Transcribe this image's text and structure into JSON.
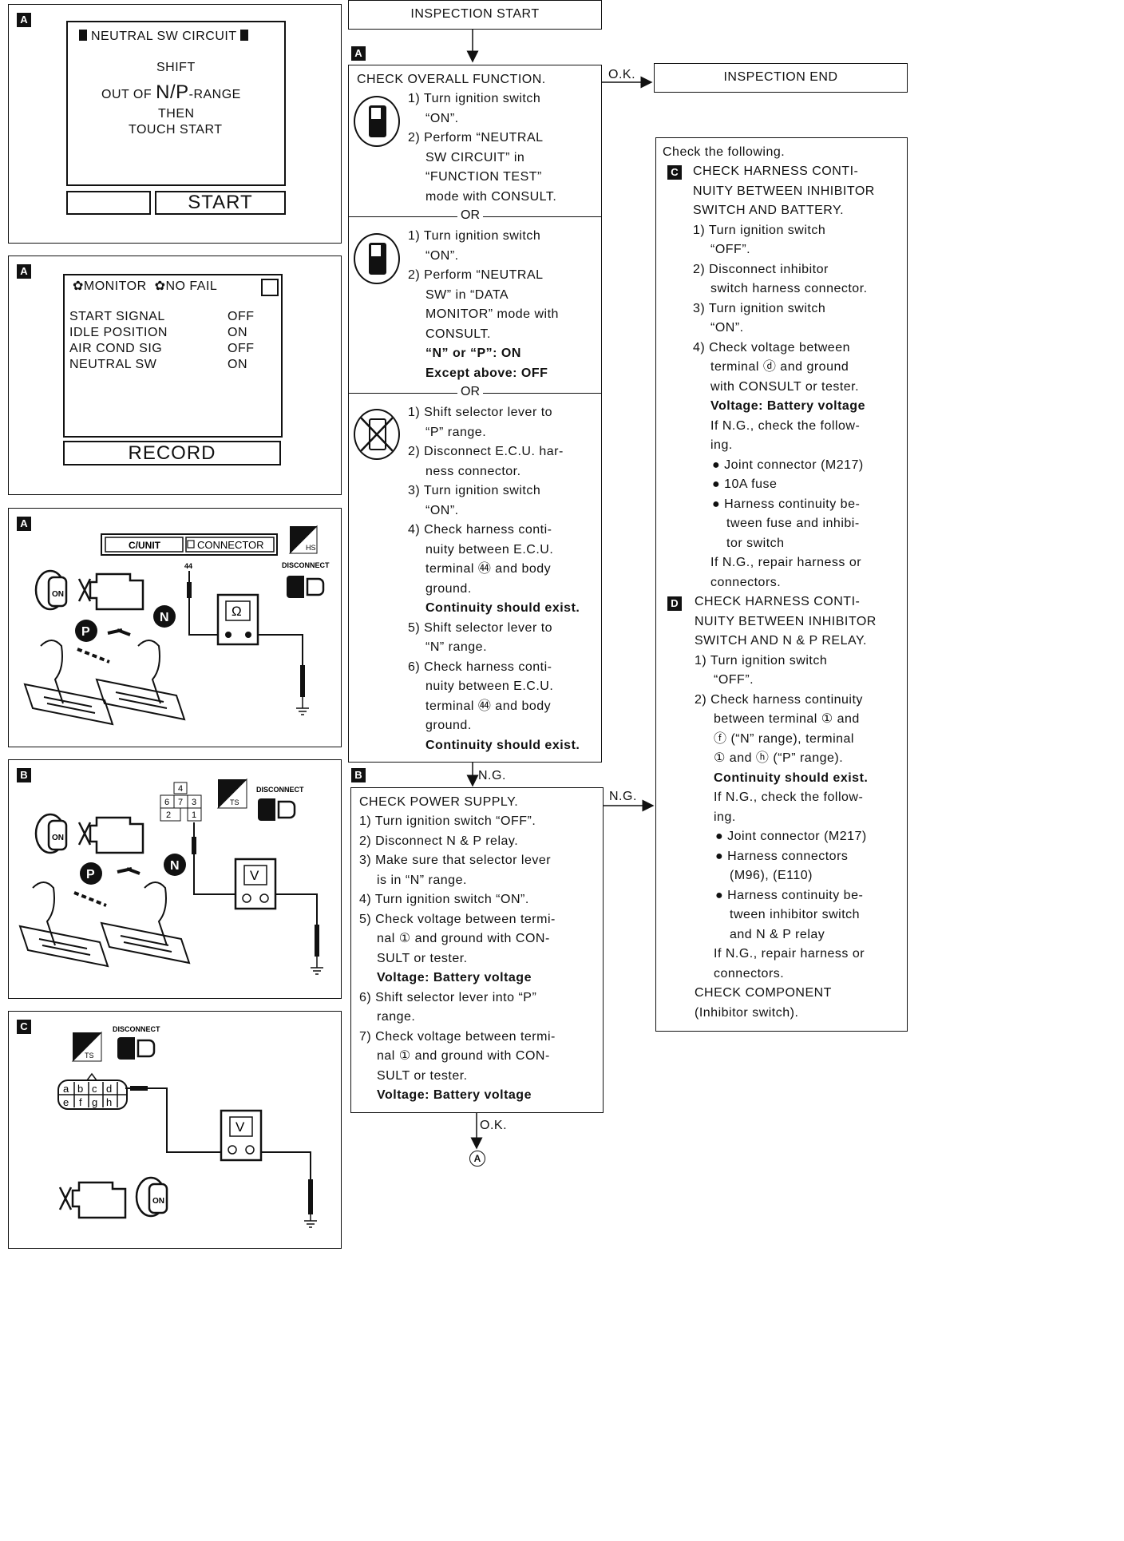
{
  "tag_a": "A",
  "tag_b": "B",
  "tag_c": "C",
  "tag_d": "D",
  "panel1": {
    "title": "NEUTRAL SW CIRCUIT",
    "line1": "SHIFT",
    "line2_pre": "OUT OF",
    "line2_big": "N/P",
    "line2_post": "-RANGE",
    "line3": "THEN",
    "line4": "TOUCH START",
    "button": "START"
  },
  "panel2": {
    "header1": "✿MONITOR",
    "header2": "✿NO FAIL",
    "rows": [
      {
        "label": "START SIGNAL",
        "value": "OFF"
      },
      {
        "label": "IDLE POSITION",
        "value": "ON"
      },
      {
        "label": "AIR COND SIG",
        "value": "OFF"
      },
      {
        "label": "NEUTRAL SW",
        "value": "ON"
      }
    ],
    "button": "RECORD"
  },
  "panel3": {
    "cunit": "C/UNIT",
    "connector": "CONNECTOR",
    "hs": "HS",
    "disconnect": "DISCONNECT",
    "pin": "44",
    "ohm": "Ω",
    "p": "P",
    "n": "N",
    "on": "ON"
  },
  "panel4": {
    "pins": [
      "4",
      "6",
      "7",
      "3",
      "2",
      "1"
    ],
    "ts": "TS",
    "disconnect": "DISCONNECT",
    "volt": "V",
    "p": "P",
    "n": "N",
    "on": "ON"
  },
  "panel5": {
    "ts": "TS",
    "disconnect": "DISCONNECT",
    "pins": [
      "a",
      "b",
      "c",
      "d",
      "e",
      "f",
      "g",
      "h"
    ],
    "volt": "V",
    "on": "ON"
  },
  "flow": {
    "start": "INSPECTION START",
    "end": "INSPECTION END",
    "ok": "O.K.",
    "ng": "N.G.",
    "or": "OR",
    "goto_a": "A",
    "sectionA": {
      "title": "CHECK OVERALL FUNCTION.",
      "part1": [
        "1) Turn ignition switch",
        "“ON”.",
        "2) Perform “NEUTRAL",
        "SW CIRCUIT” in",
        "“FUNCTION TEST”",
        "mode with CONSULT."
      ],
      "part2": [
        "1) Turn ignition switch",
        "“ON”.",
        "2) Perform “NEUTRAL",
        "SW” in “DATA",
        "MONITOR” mode with",
        "CONSULT."
      ],
      "part2_bold": [
        "“N” or “P”: ON",
        "Except above: OFF"
      ],
      "part3": [
        "1) Shift selector lever to",
        "“P” range.",
        "2) Disconnect E.C.U. har-",
        "ness connector.",
        "3) Turn ignition switch",
        "“ON”.",
        "4) Check harness conti-",
        "nuity between E.C.U.",
        "terminal ㊹ and body",
        "ground."
      ],
      "part3_bold1": "Continuity should exist.",
      "part3b": [
        "5) Shift selector lever to",
        "“N” range.",
        "6) Check harness conti-",
        "nuity between E.C.U.",
        "terminal ㊹ and body",
        "ground."
      ],
      "part3_bold2": "Continuity should exist."
    },
    "sectionB": {
      "title": "CHECK POWER SUPPLY.",
      "lines1": [
        "1) Turn ignition switch “OFF”.",
        "2) Disconnect N & P relay.",
        "3) Make sure that selector lever",
        "is in “N” range.",
        "4) Turn ignition switch “ON”.",
        "5) Check voltage between termi-",
        "nal ① and ground with CON-",
        "SULT or tester."
      ],
      "bold1": "Voltage: Battery voltage",
      "lines2": [
        "6) Shift selector lever into “P”",
        "range.",
        "7) Check voltage between termi-",
        "nal ① and ground with CON-",
        "SULT or tester."
      ],
      "bold2": "Voltage: Battery voltage"
    },
    "right": {
      "intro": "Check the following.",
      "c_title": [
        "CHECK HARNESS CONTI-",
        "NUITY BETWEEN INHIBITOR",
        "SWITCH AND BATTERY."
      ],
      "c_steps": [
        "1) Turn ignition switch",
        "“OFF”.",
        "2) Disconnect inhibitor",
        "switch harness connector.",
        "3) Turn ignition switch",
        "“ON”.",
        "4) Check voltage between",
        "terminal ⓓ and ground",
        "with CONSULT or tester."
      ],
      "c_bold": "Voltage: Battery voltage",
      "c_ng": [
        "If N.G., check the follow-",
        "ing."
      ],
      "c_bullets": [
        "Joint connector (M217)",
        "10A fuse",
        "Harness continuity be-"
      ],
      "c_bullet_cont": [
        "tween fuse and inhibi-",
        "tor switch"
      ],
      "c_repair": [
        "If N.G., repair harness or",
        "connectors."
      ],
      "d_title": [
        "CHECK HARNESS CONTI-",
        "NUITY BETWEEN INHIBITOR",
        "SWITCH AND N & P RELAY."
      ],
      "d_steps": [
        "1) Turn ignition switch",
        "“OFF”.",
        "2) Check harness continuity",
        "between terminal ① and",
        "ⓕ (“N” range), terminal",
        "① and ⓗ (“P” range)."
      ],
      "d_bold": "Continuity should exist.",
      "d_ng": [
        "If N.G., check the follow-",
        "ing."
      ],
      "d_bullets": [
        "Joint connector (M217)",
        "Harness connectors",
        "Harness continuity be-"
      ],
      "d_bullet_cont1": [
        "(M96), (E110)"
      ],
      "d_bullet_cont2": [
        "tween inhibitor switch",
        "and N & P relay"
      ],
      "d_repair": [
        "If N.G., repair harness or",
        "connectors."
      ],
      "component": [
        "CHECK COMPONENT",
        "(Inhibitor switch)."
      ]
    }
  }
}
